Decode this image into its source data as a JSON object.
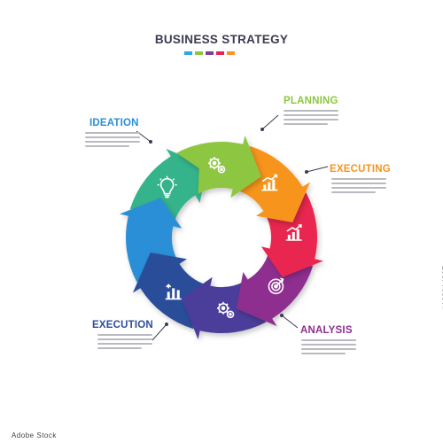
{
  "title": "BUSINESS STRATEGY",
  "palette": [
    "#29aae1",
    "#8dc63f",
    "#7b3f98",
    "#e3245a",
    "#f79421"
  ],
  "steps": [
    {
      "label": "PLANNING",
      "color": "#8dc63f",
      "label_color": "#8dc63f",
      "icon": "gears-icon"
    },
    {
      "label": "EXECUTING",
      "color": "#f7941d",
      "label_color": "#f7941d",
      "icon": "growth-chart-icon"
    },
    {
      "label": "",
      "color": "#e8254f",
      "icon": "bar-chart-up-icon"
    },
    {
      "label": "ANALYSIS",
      "color": "#8e2f8f",
      "label_color": "#8e2f8f",
      "icon": "target-icon"
    },
    {
      "label": "",
      "color": "#4b3c9a",
      "icon": "gears-icon"
    },
    {
      "label": "EXECUTION",
      "color": "#2c4d9a",
      "label_color": "#2c4d9a",
      "icon": "arrows-up-icon"
    },
    {
      "label": "",
      "color": "#2a8fd6",
      "icon": "none"
    },
    {
      "label": "IDEATION",
      "color": "#36b38a",
      "label_color": "#2a8fd6",
      "icon": "lightbulb-icon"
    }
  ],
  "stock_id": "#198914807",
  "logo_text": "Adobe Stock"
}
